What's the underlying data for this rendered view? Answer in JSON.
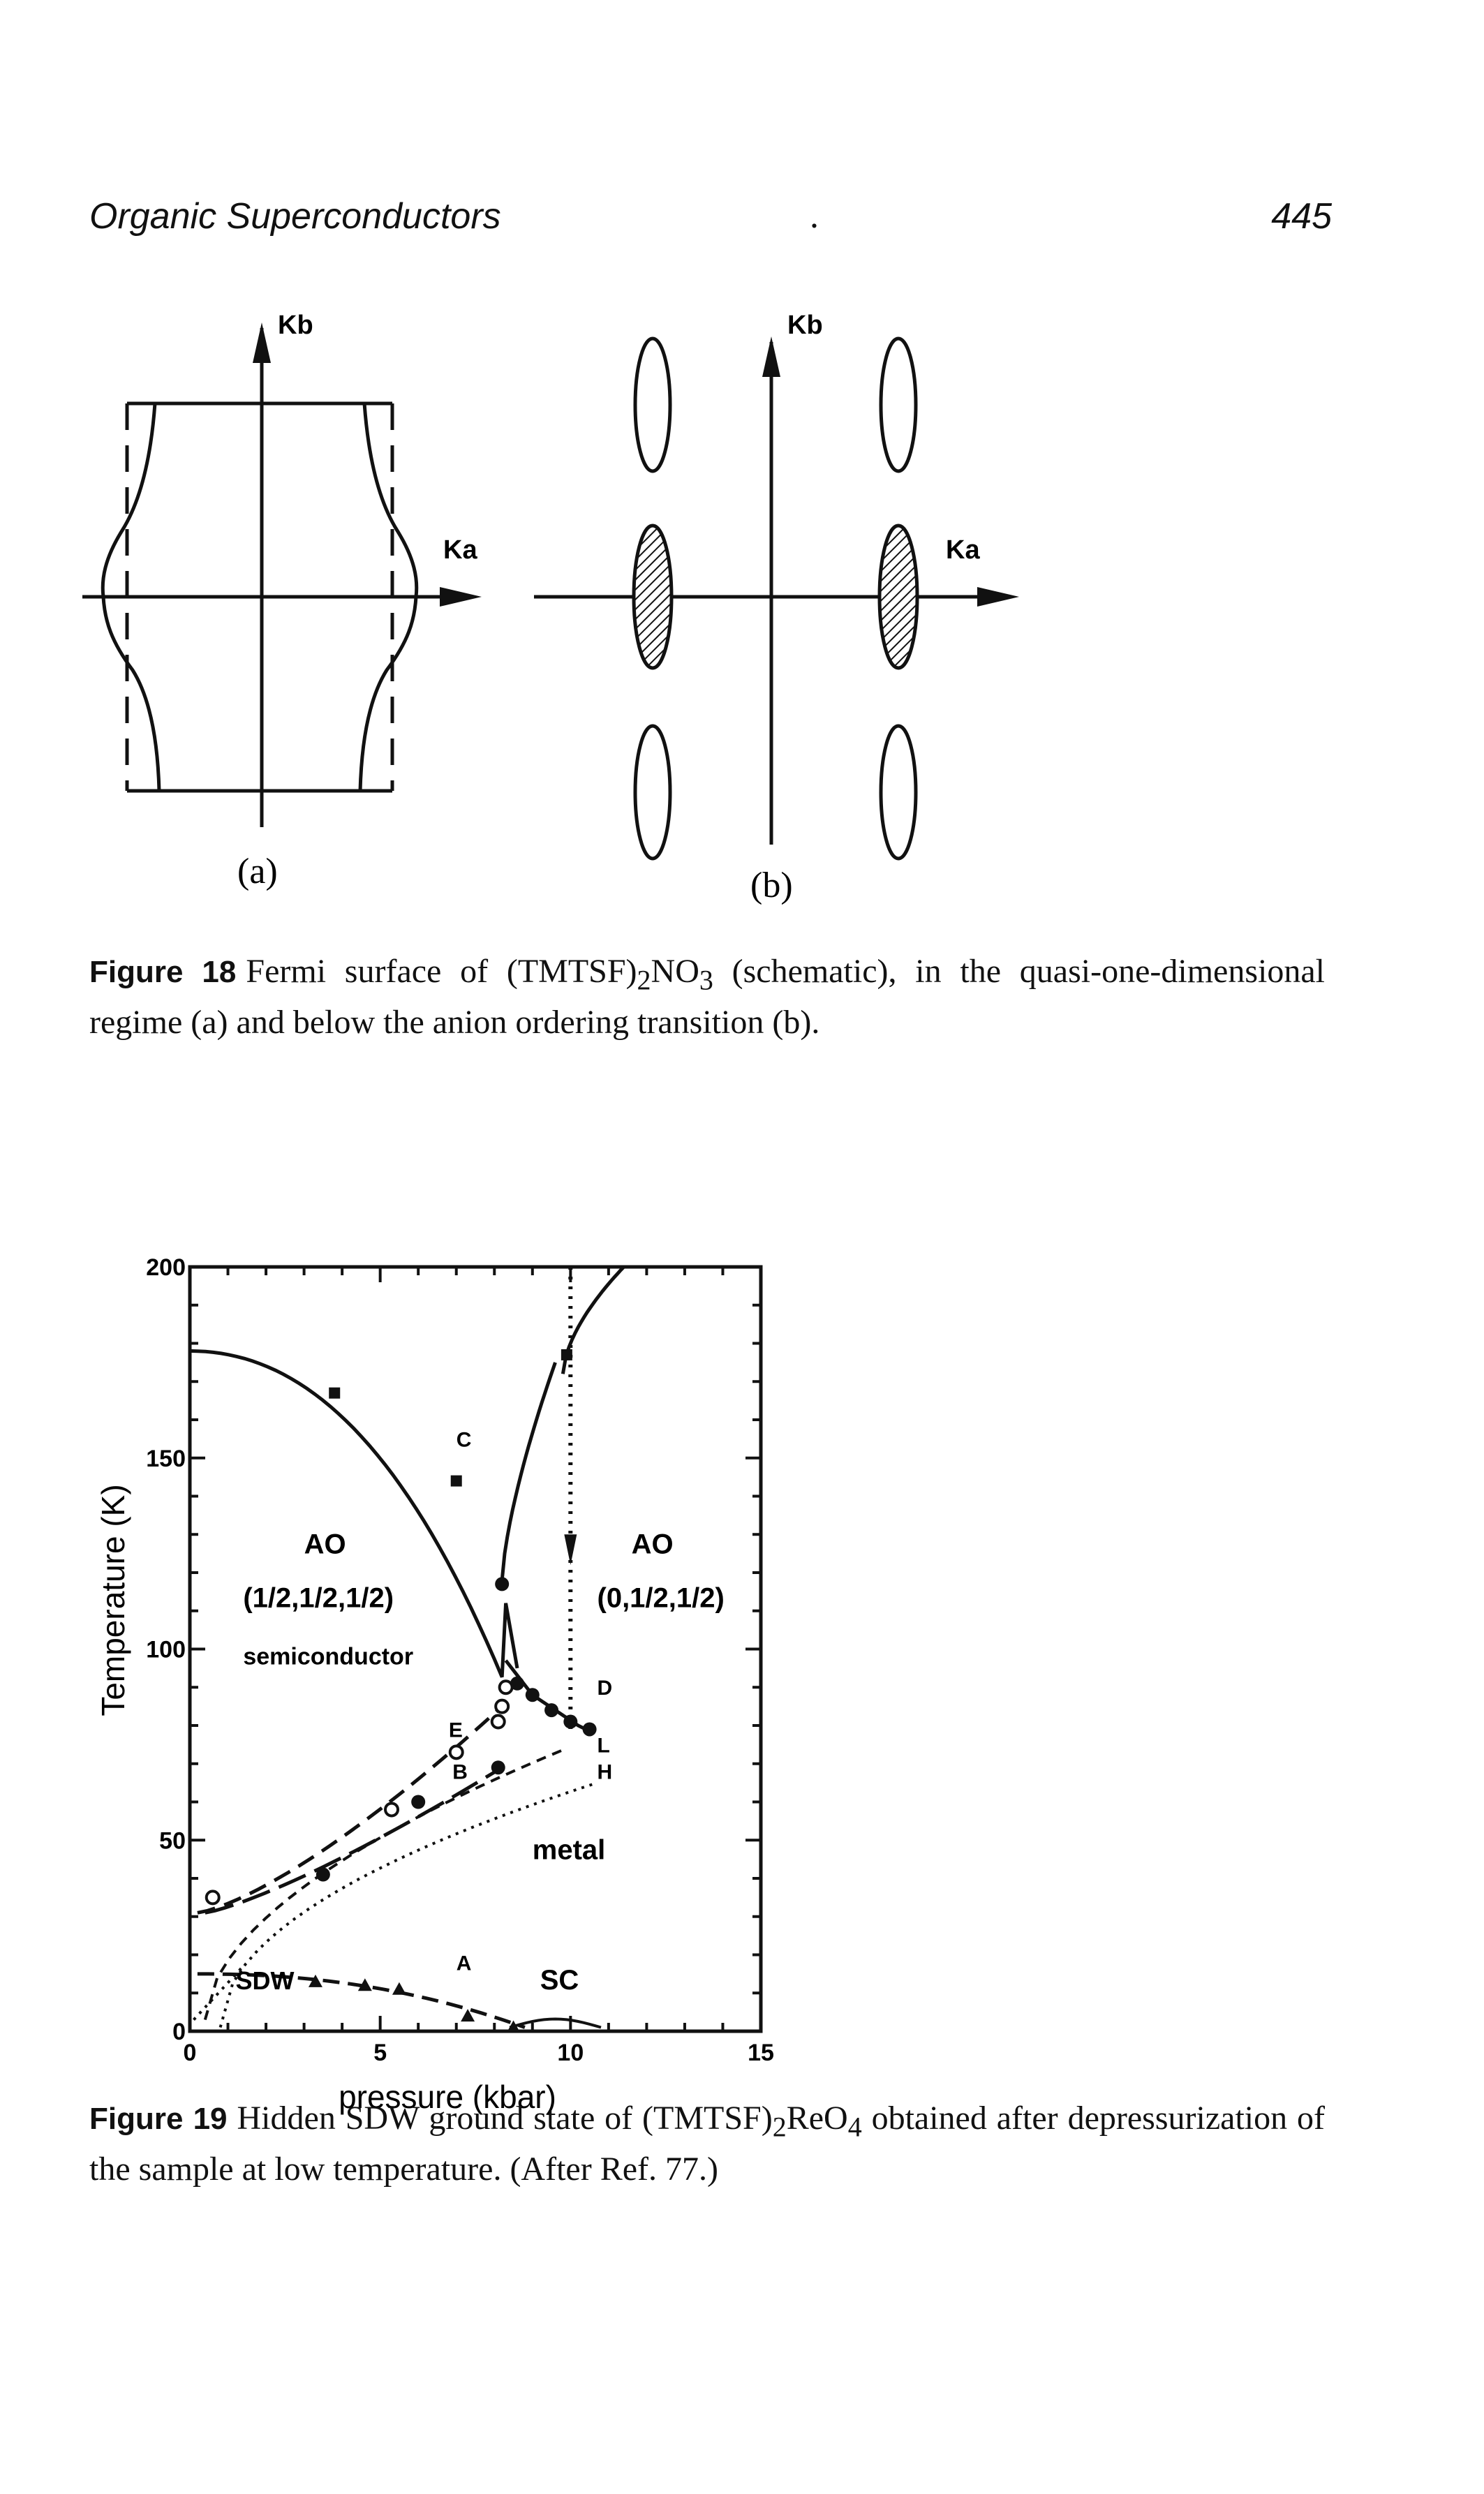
{
  "header": {
    "title": "Organic Superconductors",
    "separator": ".",
    "page_number": "445"
  },
  "figure18": {
    "panel_a": {
      "label": "(a)",
      "kb": "Kb",
      "ka": "Ka"
    },
    "panel_b": {
      "label": "(b)",
      "kb": "Kb",
      "ka": "Ka"
    },
    "caption_number": "Figure 18",
    "caption_parts": [
      "Fermi surface of (TMTSF)",
      "2",
      "NO",
      "3",
      " (schematic), in the quasi-one-dimensional regime (a) and below the anion ordering transition (b)."
    ]
  },
  "figure19": {
    "chart_data": {
      "type": "scatter",
      "xlabel": "pressure (kbar)",
      "ylabel": "Temperature (K)",
      "xlim": [
        0,
        15
      ],
      "ylim": [
        0,
        200
      ],
      "xticks": [
        "0",
        "5",
        "10",
        "15"
      ],
      "yticks": [
        "0",
        "50",
        "100",
        "150",
        "200"
      ],
      "regions": [
        {
          "name": "ao_left",
          "lines": [
            "AO",
            "(1/2,1/2,1/2)"
          ]
        },
        {
          "name": "semiconductor",
          "lines": [
            "semiconductor"
          ]
        },
        {
          "name": "ao_right",
          "lines": [
            "AO",
            "(0,1/2,1/2)"
          ]
        },
        {
          "name": "metal",
          "lines": [
            "metal"
          ]
        },
        {
          "name": "sdw",
          "lines": [
            "SDW"
          ]
        },
        {
          "name": "sc",
          "lines": [
            "SC"
          ]
        }
      ],
      "curve_labels": [
        "C",
        "E",
        "B",
        "D",
        "L",
        "H",
        "A"
      ],
      "series": [
        {
          "key": "C",
          "marker": "square",
          "style": "solid",
          "points": [
            [
              3.8,
              167
            ],
            [
              7.0,
              144
            ],
            [
              9.9,
              177
            ]
          ]
        },
        {
          "key": "E",
          "marker": "open-circle",
          "style": "dashed",
          "points": [
            [
              0.6,
              35
            ],
            [
              5.3,
              58
            ],
            [
              7.0,
              73
            ],
            [
              8.1,
              81
            ],
            [
              8.2,
              85
            ],
            [
              8.3,
              90
            ]
          ]
        },
        {
          "key": "B",
          "marker": "filled-circle",
          "style": "long-dashed",
          "points": [
            [
              3.5,
              41
            ],
            [
              6.0,
              60
            ],
            [
              8.1,
              69
            ]
          ]
        },
        {
          "key": "D",
          "marker": "filled-circle",
          "style": "solid",
          "points": [
            [
              8.2,
              117
            ],
            [
              8.6,
              91
            ],
            [
              9.0,
              88
            ],
            [
              9.5,
              84
            ],
            [
              10.0,
              81
            ],
            [
              10.5,
              79
            ]
          ]
        },
        {
          "key": "A",
          "marker": "triangle",
          "style": "dashed",
          "points": [
            [
              3.3,
              13
            ],
            [
              4.6,
              12
            ],
            [
              5.5,
              11
            ],
            [
              7.3,
              4
            ],
            [
              8.5,
              1
            ]
          ]
        }
      ]
    },
    "caption_number": "Figure 19",
    "caption_parts": [
      "Hidden SDW ground state of (TMTSF)",
      "2",
      "ReO",
      "4",
      " obtained after depressurization of the sample at low temperature. (After Ref. 77.)"
    ]
  }
}
